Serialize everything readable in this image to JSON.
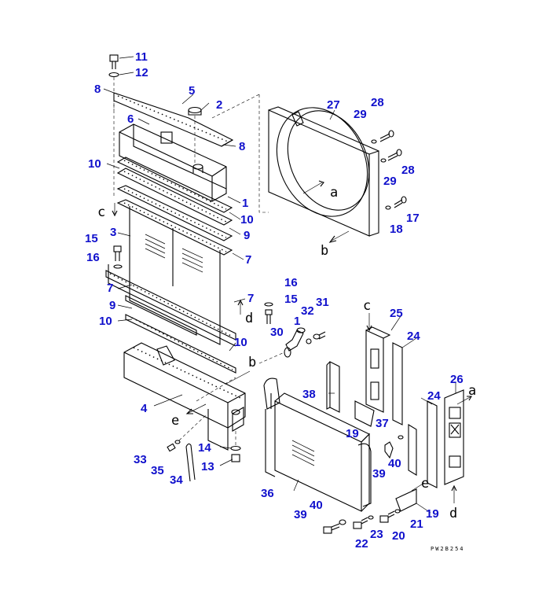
{
  "diagram": {
    "callouts": [
      {
        "id": "c11a",
        "text": "11"
      },
      {
        "id": "c12a",
        "text": "12"
      },
      {
        "id": "c8a",
        "text": "8"
      },
      {
        "id": "c5",
        "text": "5"
      },
      {
        "id": "c2",
        "text": "2"
      },
      {
        "id": "c6",
        "text": "6"
      },
      {
        "id": "c8b",
        "text": "8"
      },
      {
        "id": "c10a",
        "text": "10"
      },
      {
        "id": "c1a",
        "text": "1"
      },
      {
        "id": "c10b",
        "text": "10"
      },
      {
        "id": "c9a",
        "text": "9"
      },
      {
        "id": "c3",
        "text": "3"
      },
      {
        "id": "c15a",
        "text": "15"
      },
      {
        "id": "c16a",
        "text": "16"
      },
      {
        "id": "c7a",
        "text": "7"
      },
      {
        "id": "c7b",
        "text": "7"
      },
      {
        "id": "c9b",
        "text": "9"
      },
      {
        "id": "c10c",
        "text": "10"
      },
      {
        "id": "c7c",
        "text": "7"
      },
      {
        "id": "c16b",
        "text": "16"
      },
      {
        "id": "c15b",
        "text": "15"
      },
      {
        "id": "c31",
        "text": "31"
      },
      {
        "id": "c32",
        "text": "32"
      },
      {
        "id": "c1b",
        "text": "1"
      },
      {
        "id": "c30",
        "text": "30"
      },
      {
        "id": "c10d",
        "text": "10"
      },
      {
        "id": "c4",
        "text": "4"
      },
      {
        "id": "c14",
        "text": "14"
      },
      {
        "id": "c13",
        "text": "13"
      },
      {
        "id": "c33",
        "text": "33"
      },
      {
        "id": "c35",
        "text": "35"
      },
      {
        "id": "c34",
        "text": "34"
      },
      {
        "id": "c27",
        "text": "27"
      },
      {
        "id": "c28a",
        "text": "28"
      },
      {
        "id": "c29a",
        "text": "29"
      },
      {
        "id": "c28b",
        "text": "28"
      },
      {
        "id": "c29b",
        "text": "29"
      },
      {
        "id": "c17",
        "text": "17"
      },
      {
        "id": "c18",
        "text": "18"
      },
      {
        "id": "c25",
        "text": "25"
      },
      {
        "id": "c24a",
        "text": "24"
      },
      {
        "id": "c24b",
        "text": "24"
      },
      {
        "id": "c26",
        "text": "26"
      },
      {
        "id": "c38",
        "text": "38"
      },
      {
        "id": "c19a",
        "text": "19"
      },
      {
        "id": "c37",
        "text": "37"
      },
      {
        "id": "c40a",
        "text": "40"
      },
      {
        "id": "c39a",
        "text": "39"
      },
      {
        "id": "c36",
        "text": "36"
      },
      {
        "id": "c40b",
        "text": "40"
      },
      {
        "id": "c39b",
        "text": "39"
      },
      {
        "id": "c22",
        "text": "22"
      },
      {
        "id": "c23",
        "text": "23"
      },
      {
        "id": "c20",
        "text": "20"
      },
      {
        "id": "c21",
        "text": "21"
      },
      {
        "id": "c19b",
        "text": "19"
      }
    ],
    "reference_letters": [
      {
        "id": "r-c-top",
        "text": "c"
      },
      {
        "id": "r-d-left",
        "text": "d"
      },
      {
        "id": "r-b-left",
        "text": "b"
      },
      {
        "id": "r-e-left",
        "text": "e"
      },
      {
        "id": "r-a-shroud",
        "text": "a"
      },
      {
        "id": "r-b-shroud",
        "text": "b"
      },
      {
        "id": "r-c-right",
        "text": "c"
      },
      {
        "id": "r-a-right",
        "text": "a"
      },
      {
        "id": "r-e-right",
        "text": "e"
      },
      {
        "id": "r-d-right",
        "text": "d"
      }
    ],
    "drawing_number": "PW2B254"
  }
}
